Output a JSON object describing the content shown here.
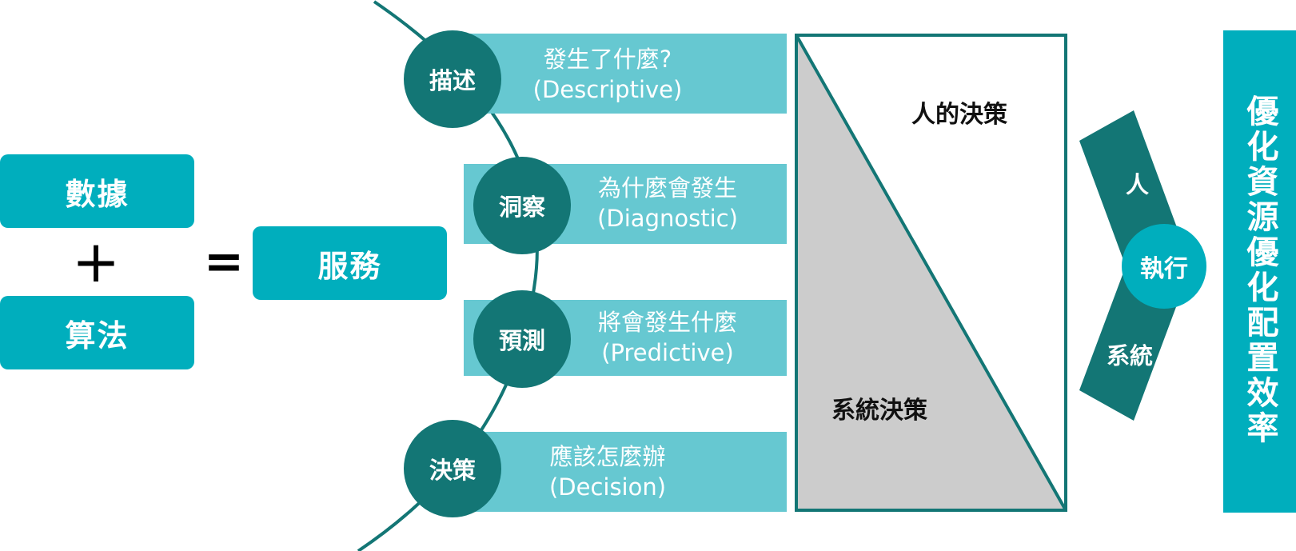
{
  "left": {
    "data_label": "數據",
    "plus": "+",
    "algorithm_label": "算法",
    "equals": "=",
    "service_label": "服務"
  },
  "stages": [
    {
      "circle": "描述",
      "title": "發生了什麼?",
      "subtitle": "(Descriptive)"
    },
    {
      "circle": "洞察",
      "title": "為什麼會發生",
      "subtitle": "(Diagnostic)"
    },
    {
      "circle": "預測",
      "title": "將會發生什麼",
      "subtitle": "(Predictive)"
    },
    {
      "circle": "決策",
      "title": "應該怎麼辦",
      "subtitle": "(Decision)"
    }
  ],
  "decision_split": {
    "human_label": "人的決策",
    "system_label": "系統決策"
  },
  "execution": {
    "center_label": "執行",
    "upper_label": "人",
    "lower_label": "系統"
  },
  "outcome": {
    "label": "優化資源優化配置效率"
  },
  "colors": {
    "teal": "#00aebd",
    "light_teal": "#66c8d1",
    "dark_teal": "#137675",
    "gray": "#cccccc"
  }
}
